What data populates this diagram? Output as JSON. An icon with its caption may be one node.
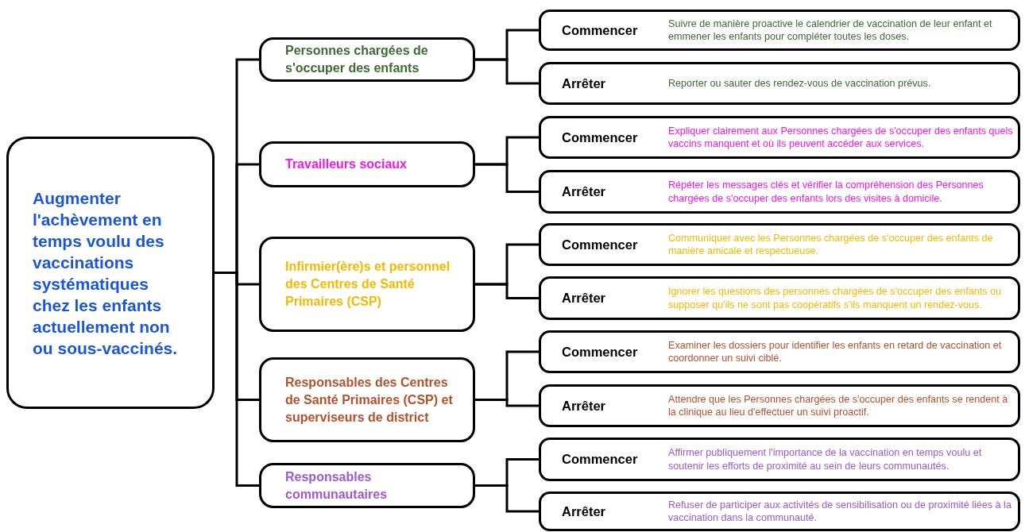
{
  "diagram": {
    "nodes": [
      {
        "text": [
          "Augmenter l'achèvement en temps voulu des vaccinations systématiques chez les enfants actuellement non ou sous-vaccinés."
        ]
      },
      {
        "text": [
          "Personnes chargées de s'occuper des enfants"
        ]
      },
      {
        "text": [
          "Commencer",
          "Suivre de manière proactive le calendrier de vaccination de leur enfant et emmener les enfants pour compléter toutes les doses."
        ]
      },
      {
        "text": [
          "Arrêter",
          "Reporter ou sauter des rendez-vous de vaccination prévus."
        ]
      },
      {
        "text": [
          "Travailleurs sociaux"
        ]
      },
      {
        "text": [
          "Commencer",
          "Expliquer clairement aux Personnes chargées de s'occuper des enfants quels vaccins manquent et où ils peuvent accéder aux services."
        ]
      },
      {
        "text": [
          "Arrêter",
          "Répéter les messages clés et vérifier la compréhension des Personnes chargées de s'occuper des enfants lors des visites à domicile."
        ]
      },
      {
        "text": [
          "Infirmier(ère)s et personnel des Centres de Santé Primaires (CSP)"
        ]
      },
      {
        "text": [
          "Commencer",
          "Communiquer avec les Personnes chargées de s'occuper des enfants de manière amicale et respectueuse."
        ]
      },
      {
        "text": [
          "Arrêter",
          "Ignorer les questions des personnes chargées de s'occuper des enfants ou supposer qu'ils ne sont pas coopératifs s'ils manquent un rendez-vous."
        ]
      },
      {
        "text": [
          "Responsables des Centres de Santé Primaires (CSP) et superviseurs de district"
        ]
      },
      {
        "text": [
          "Commencer",
          "Examiner les dossiers pour identifier les enfants en retard de vaccination et coordonner un suivi ciblé."
        ]
      },
      {
        "text": [
          "Arrêter",
          "Attendre que les Personnes chargées de s'occuper des enfants se rendent à la clinique au lieu d'effectuer un suivi proactif."
        ]
      },
      {
        "text": [
          "Responsables communautaires"
        ]
      },
      {
        "text": [
          "Commencer",
          "Affirmer publiquement l'importance de la vaccination en temps voulu et soutenir les efforts de proximité au sein de leurs communautés."
        ]
      },
      {
        "text": [
          "Arrêter",
          "Refuser de participer aux activités de sensibilisation ou de proximité liées à la vaccination dans la communauté."
        ]
      }
    ],
    "edges": [
      {
        "from": 0,
        "to": 1,
        "arrow": "none"
      },
      {
        "from": 0,
        "to": 4,
        "arrow": "none"
      },
      {
        "from": 0,
        "to": 7,
        "arrow": "none"
      },
      {
        "from": 0,
        "to": 10,
        "arrow": "none"
      },
      {
        "from": 0,
        "to": 13,
        "arrow": "none"
      },
      {
        "from": 1,
        "to": 2,
        "arrow": "none"
      },
      {
        "from": 1,
        "to": 3,
        "arrow": "none"
      },
      {
        "from": 4,
        "to": 5,
        "arrow": "none"
      },
      {
        "from": 4,
        "to": 6,
        "arrow": "none"
      },
      {
        "from": 7,
        "to": 8,
        "arrow": "none"
      },
      {
        "from": 7,
        "to": 9,
        "arrow": "none"
      },
      {
        "from": 10,
        "to": 11,
        "arrow": "none"
      },
      {
        "from": 10,
        "to": 12,
        "arrow": "none"
      },
      {
        "from": 13,
        "to": 14,
        "arrow": "none"
      },
      {
        "from": 13,
        "to": 15,
        "arrow": "none"
      }
    ]
  }
}
